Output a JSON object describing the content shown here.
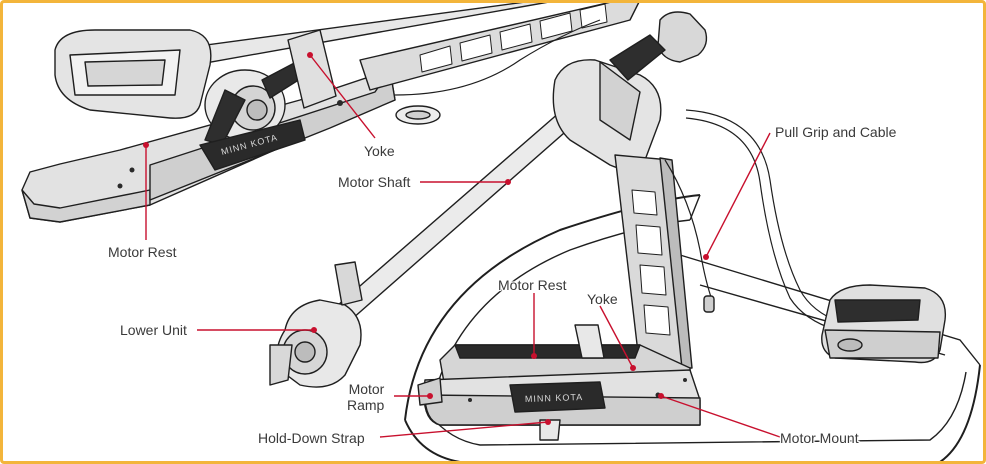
{
  "colors": {
    "frame": "#f3b53b",
    "leader": "#c8102e",
    "outline": "#1f1f1f",
    "text": "#3a3a3a",
    "part_fill": "#e6e6e6",
    "dark_fill": "#2a2a2a"
  },
  "labels": {
    "yoke_top": "Yoke",
    "motor_shaft": "Motor Shaft",
    "motor_rest_top": "Motor Rest",
    "lower_unit": "Lower Unit",
    "motor_ramp": "Motor\nRamp",
    "hold_down_strap": "Hold-Down Strap",
    "motor_rest_main": "Motor Rest",
    "yoke_main": "Yoke",
    "pull_grip": "Pull Grip and Cable",
    "motor_mount": "Motor Mount"
  },
  "branding": {
    "logo_text": "MINN KOTA"
  }
}
